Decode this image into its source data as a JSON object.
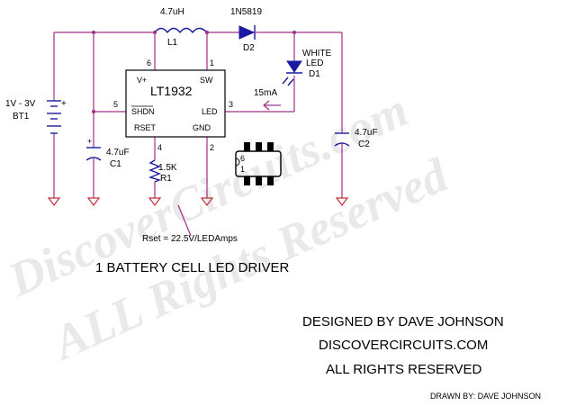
{
  "watermark": {
    "line1": "DiscoverCircuits.com",
    "line2": "ALL Rights Reserved"
  },
  "components": {
    "inductor": {
      "value": "4.7uH",
      "ref": "L1"
    },
    "diode": {
      "value": "1N5819",
      "ref": "D2"
    },
    "led": {
      "value_line1": "WHITE",
      "value_line2": "LED",
      "ref": "D1"
    },
    "ic": {
      "name": "LT1932",
      "pin_vplus": "V+",
      "pin_sw": "SW",
      "pin_shdn": "SHDN",
      "pin_led": "LED",
      "pin_rset": "RSET",
      "pin_gnd": "GND",
      "pin_num_6": "6",
      "pin_num_1": "1",
      "pin_num_5": "5",
      "pin_num_3": "3",
      "pin_num_4": "4",
      "pin_num_2": "2"
    },
    "battery": {
      "value": "1V - 3V",
      "ref": "BT1",
      "plus": "+"
    },
    "c1": {
      "value": "4.7uF",
      "ref": "C1"
    },
    "c2": {
      "value": "4.7uF",
      "ref": "C2"
    },
    "r1": {
      "value": "1.5K",
      "ref": "R1"
    },
    "current": {
      "value": "15mA"
    },
    "package": {
      "pin_a": "6",
      "pin_b": "1"
    }
  },
  "formula": "Rset = 22.5V/LEDAmps",
  "title": "1 BATTERY CELL LED DRIVER",
  "credits": {
    "line1": "DESIGNED BY DAVE JOHNSON",
    "line2": "DISCOVERCIRCUITS.COM",
    "line3": "ALL RIGHTS RESERVED"
  },
  "drawn_by": "DRAWN BY: DAVE JOHNSON",
  "colors": {
    "wire": "#a0308a",
    "component": "#1a1aa0",
    "ground": "#c0303a",
    "watermark": "#d8d8d8"
  }
}
